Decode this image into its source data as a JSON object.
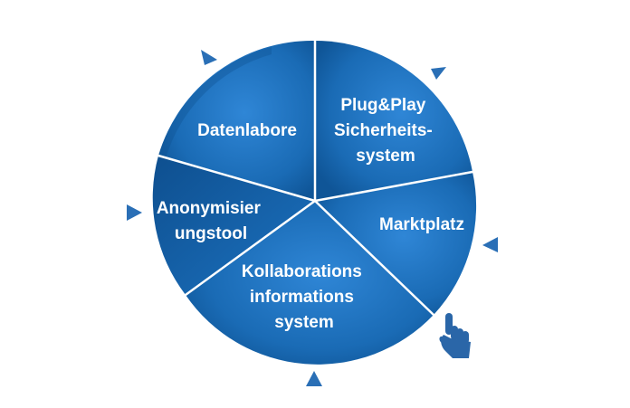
{
  "diagram": {
    "segments": [
      {
        "id": "plugplay",
        "lines": [
          "Plug&Play",
          "Sicherheits-",
          "system"
        ],
        "color": "#1a6bb5"
      },
      {
        "id": "marktplatz",
        "lines": [
          "Marktplatz"
        ],
        "color": "#1a6bb5"
      },
      {
        "id": "kollaboration",
        "lines": [
          "Kollaborations",
          "informations",
          "system"
        ],
        "color": "#1a6bb5"
      },
      {
        "id": "anonymisierung",
        "lines": [
          "Anonymisier",
          "ungstool"
        ],
        "color": "#1a6bb5"
      },
      {
        "id": "datenlabore",
        "lines": [
          "Datenlabore"
        ],
        "color": "#1a6bb5"
      }
    ],
    "colors": {
      "segment_dark": "#0e4f8f",
      "segment_light": "#2f86d6",
      "divider": "#ffffff",
      "arrow": "#2a6fb6",
      "hand": "#2a66a8"
    },
    "icons": [
      "triangle-arrow-icon",
      "pointing-hand-icon"
    ]
  }
}
